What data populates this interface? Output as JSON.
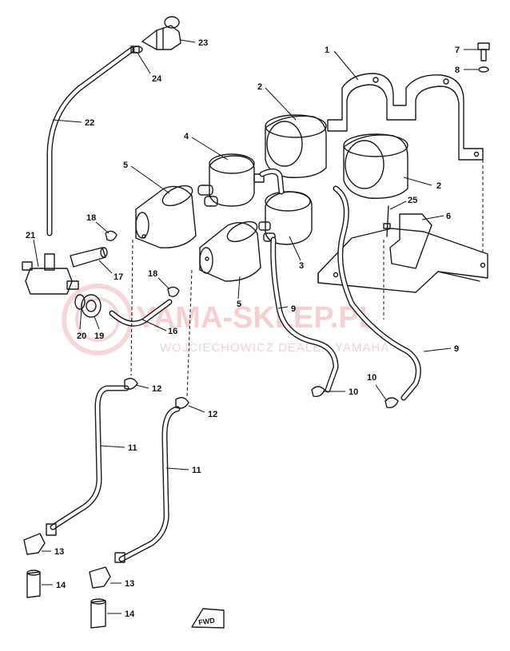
{
  "watermark": {
    "brand": "YAMA-SKLEP.PL",
    "dealer": "WOJCIECHOWICZ DEALER YAMAHA",
    "color": "#e07a7a"
  },
  "fwd_badge": "FWD",
  "callouts": [
    {
      "id": "c1",
      "text": "1"
    },
    {
      "id": "c2a",
      "text": "2"
    },
    {
      "id": "c2b",
      "text": "2"
    },
    {
      "id": "c3",
      "text": "3"
    },
    {
      "id": "c4",
      "text": "4"
    },
    {
      "id": "c5a",
      "text": "5"
    },
    {
      "id": "c5b",
      "text": "5"
    },
    {
      "id": "c6",
      "text": "6"
    },
    {
      "id": "c7",
      "text": "7"
    },
    {
      "id": "c8",
      "text": "8"
    },
    {
      "id": "c9a",
      "text": "9"
    },
    {
      "id": "c9b",
      "text": "9"
    },
    {
      "id": "c10a",
      "text": "10"
    },
    {
      "id": "c10b",
      "text": "10"
    },
    {
      "id": "c11a",
      "text": "11"
    },
    {
      "id": "c11b",
      "text": "11"
    },
    {
      "id": "c12a",
      "text": "12"
    },
    {
      "id": "c12b",
      "text": "12"
    },
    {
      "id": "c13a",
      "text": "13"
    },
    {
      "id": "c13b",
      "text": "13"
    },
    {
      "id": "c14a",
      "text": "14"
    },
    {
      "id": "c14b",
      "text": "14"
    },
    {
      "id": "c16",
      "text": "16"
    },
    {
      "id": "c17",
      "text": "17"
    },
    {
      "id": "c18a",
      "text": "18"
    },
    {
      "id": "c18b",
      "text": "18"
    },
    {
      "id": "c19",
      "text": "19"
    },
    {
      "id": "c20",
      "text": "20"
    },
    {
      "id": "c21",
      "text": "21"
    },
    {
      "id": "c22",
      "text": "22"
    },
    {
      "id": "c23",
      "text": "23"
    },
    {
      "id": "c24",
      "text": "24"
    },
    {
      "id": "c25",
      "text": "25"
    }
  ]
}
